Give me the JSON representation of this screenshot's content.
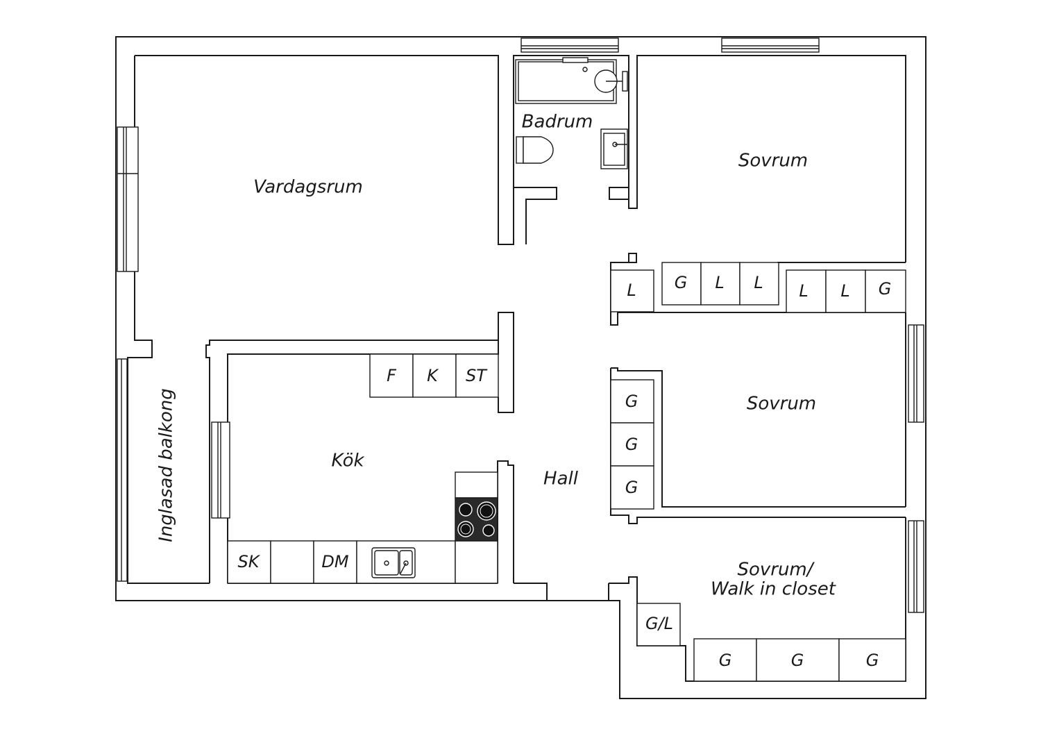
{
  "rooms": {
    "living": "Vardagsrum",
    "bathroom": "Badrum",
    "bedroom_1": "Sovrum",
    "bedroom_2": "Sovrum",
    "bedroom_3_line1": "Sovrum/",
    "bedroom_3_line2": "Walk in closet",
    "kitchen": "Kök",
    "hall": "Hall",
    "balcony": "Inglasad balkong"
  },
  "storage": {
    "hall_row": [
      "L",
      "G",
      "L",
      "L",
      "L",
      "L",
      "G"
    ],
    "bedroom2_column": [
      "G",
      "G",
      "G"
    ],
    "bedroom3_corner": "G/L",
    "bedroom3_row": [
      "G",
      "G",
      "G"
    ]
  },
  "kitchen_units": {
    "upper": [
      "F",
      "K",
      "ST"
    ],
    "lower": [
      "SK",
      "",
      "DM"
    ]
  },
  "icons": [
    "bathtub-icon",
    "sink-icon",
    "toilet-icon",
    "stove-icon",
    "kitchen-sink-icon",
    "window-icon"
  ]
}
